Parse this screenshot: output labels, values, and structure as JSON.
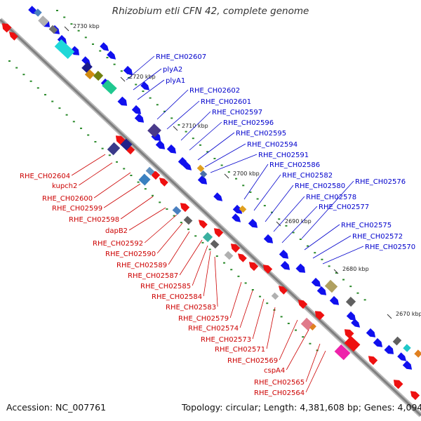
{
  "title": "Rhizobium etli CFN 42, complete genome",
  "footer": {
    "accession": "Accession: NC_007761",
    "summary": "Topology: circular; Length: 4,381,608 bp; Genes: 4,094"
  },
  "colors": {
    "backbone": "#7f7f7f",
    "forward_label": "#0000cc",
    "reverse_label": "#cc0000",
    "forward_gene": "#1010ee",
    "reverse_gene": "#ee1010",
    "tick": "#2a8a2a"
  },
  "ticks": [
    "2730 kbp",
    "2720 kbp",
    "2710 kbp",
    "2700 kbp",
    "2690 kbp",
    "2680 kbp",
    "2670 kbp"
  ],
  "forward_genes": [
    "RHE_CH02607",
    "plyA2",
    "plyA1",
    "RHE_CH02602",
    "RHE_CH02601",
    "RHE_CH02597",
    "RHE_CH02596",
    "RHE_CH02595",
    "RHE_CH02594",
    "RHE_CH02591",
    "RHE_CH02586",
    "RHE_CH02582",
    "RHE_CH02580",
    "RHE_CH02578",
    "RHE_CH02577",
    "RHE_CH02576",
    "RHE_CH02575",
    "RHE_CH02572",
    "RHE_CH02570"
  ],
  "reverse_genes": [
    "RHE_CH02604",
    "kupch2",
    "RHE_CH02600",
    "RHE_CH02599",
    "RHE_CH02598",
    "dapB2",
    "RHE_CH02592",
    "RHE_CH02590",
    "RHE_CH02589",
    "RHE_CH02587",
    "RHE_CH02585",
    "RHE_CH02584",
    "RHE_CH02583",
    "RHE_CH02579",
    "RHE_CH02574",
    "RHE_CH02573",
    "RHE_CH02571",
    "RHE_CH02569",
    "cspA4",
    "RHE_CH02565",
    "RHE_CH02564"
  ]
}
